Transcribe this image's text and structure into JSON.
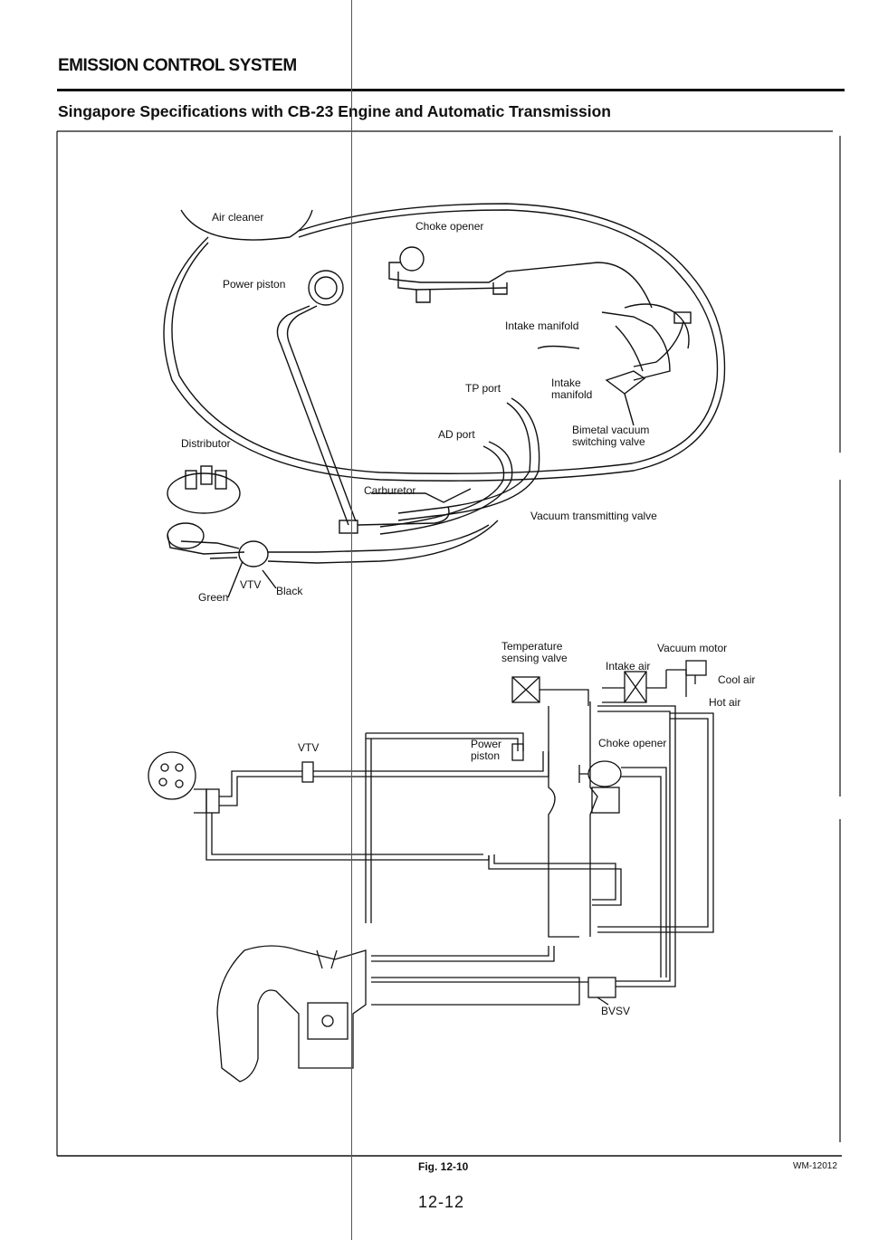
{
  "header": {
    "section_title": "EMISSION CONTROL SYSTEM",
    "subtitle": "Singapore Specifications with CB-23 Engine and Automatic Transmission"
  },
  "top_diagram": {
    "labels": {
      "air_cleaner": "Air cleaner",
      "choke_opener": "Choke opener",
      "power_piston": "Power piston",
      "intake_manifold_1": "Intake manifold",
      "tp_port": "TP port",
      "intake_manifold_2a": "Intake",
      "intake_manifold_2b": "manifold",
      "ad_port": "AD port",
      "bimetal_a": "Bimetal vacuum",
      "bimetal_b": "switching valve",
      "distributor": "Distributor",
      "carburetor": "Carburetor",
      "vacuum_transmitting_valve": "Vacuum transmitting valve",
      "vtv": "VTV",
      "green": "Green",
      "black": "Black"
    }
  },
  "bottom_diagram": {
    "labels": {
      "temp_valve_a": "Temperature",
      "temp_valve_b": "sensing valve",
      "vacuum_motor": "Vacuum motor",
      "intake_air": "Intake air",
      "cool_air": "Cool air",
      "hot_air": "Hot air",
      "vtv": "VTV",
      "power_piston_a": "Power",
      "power_piston_b": "piston",
      "choke_opener": "Choke opener",
      "bvsv": "BVSV"
    }
  },
  "footer": {
    "figure": "Fig. 12-10",
    "code": "WM-12012",
    "page": "12-12"
  }
}
